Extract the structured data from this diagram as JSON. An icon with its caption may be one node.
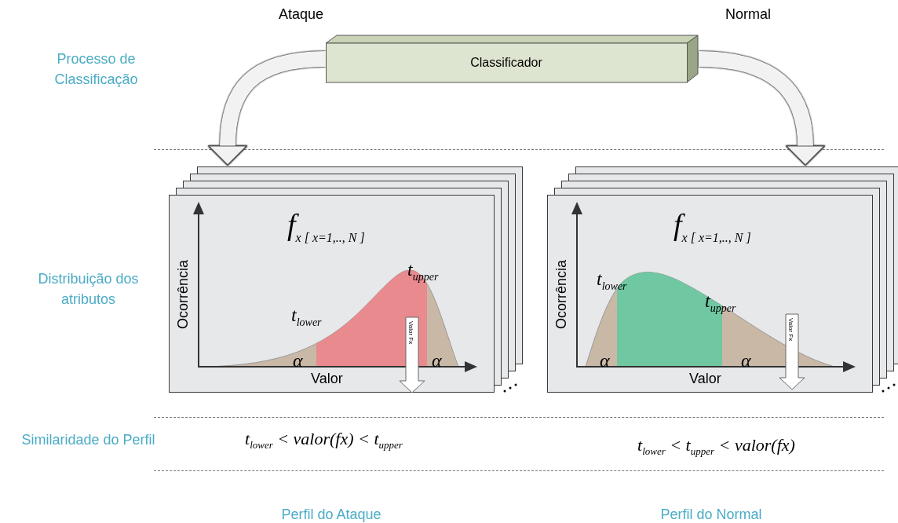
{
  "diagram": {
    "nodes": [
      {
        "text": [
          "Classificador"
        ]
      },
      {
        "text": [
          "f$_{x [ x=1,.., N ]}$",
          "t$_{upper}$",
          "t$_{lower}$",
          "α",
          "α",
          "Ocorrência",
          "Valor"
        ]
      },
      {
        "text": [
          "Valor Fx"
        ],
        "in": 1
      },
      {
        "text": [
          "f$_{x [ x=1,.., N ]}$",
          "t$_{lower}$",
          "t$_{upper}$",
          "α",
          "α",
          "Ocorrência",
          "Valor"
        ]
      },
      {
        "text": [
          "Valor Fx"
        ],
        "in": 3
      }
    ],
    "edges": [
      {
        "from": 0,
        "to": 1,
        "arrow": "to",
        "label": "Ataque"
      },
      {
        "from": 0,
        "to": 3,
        "arrow": "to",
        "label": "Normal"
      }
    ],
    "labels": [
      "Processo de Classificação",
      "Distribuição dos atributos",
      "Similaridade do Perfil",
      "t$_{lower}$ < valor(fx) < t$_{upper}$",
      "t$_{lower}$ < t$_{upper}$ < valor(fx)",
      "Perfil do Ataque",
      "Perfil do Normal"
    ]
  }
}
